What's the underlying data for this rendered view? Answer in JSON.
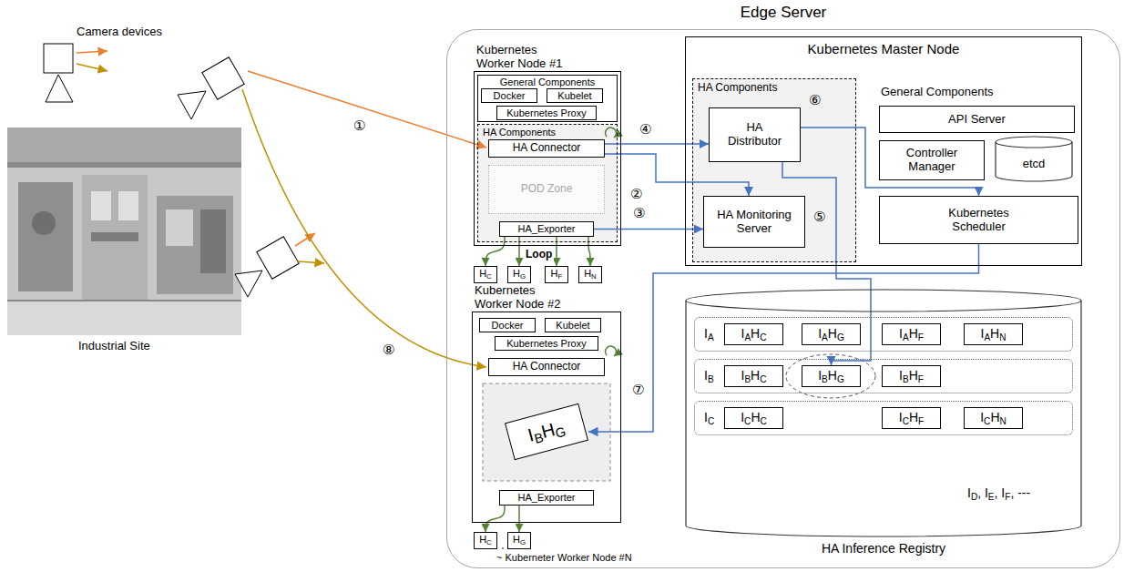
{
  "diagram": {
    "nodes": [
      {
        "text": [
          "Edge Server"
        ]
      },
      {
        "text": [
          "Kubernetes Worker Node #1"
        ],
        "in": 0
      },
      {
        "text": [
          "General Components"
        ],
        "in": 1
      },
      {
        "text": [
          "Docker"
        ],
        "in": 2
      },
      {
        "text": [
          "Kubelet"
        ],
        "in": 2
      },
      {
        "text": [
          "Kubernetes Proxy"
        ],
        "in": 2
      },
      {
        "text": [
          "HA Components"
        ],
        "in": 1
      },
      {
        "text": [
          "HA Connector"
        ],
        "in": 6
      },
      {
        "text": [
          "POD Zone"
        ],
        "in": 6
      },
      {
        "text": [
          "HA_Exporter"
        ],
        "in": 6
      },
      {
        "text": [
          "HC"
        ],
        "in": 0
      },
      {
        "text": [
          "HG"
        ],
        "in": 0
      },
      {
        "text": [
          "HF"
        ],
        "in": 0
      },
      {
        "text": [
          "HN"
        ],
        "in": 0
      },
      {
        "text": [
          "Kubernetes Master Node"
        ],
        "in": 0
      },
      {
        "text": [
          "HA Components"
        ],
        "in": 14
      },
      {
        "text": [
          "HA Distributor"
        ],
        "in": 15
      },
      {
        "text": [
          "HA Monitoring Server"
        ],
        "in": 15
      },
      {
        "text": [
          "API Server"
        ],
        "in": 14
      },
      {
        "text": [
          "Controller Manager"
        ],
        "in": 14
      },
      {
        "text": [
          "etcd"
        ],
        "in": 14
      },
      {
        "text": [
          "Kubernetes Scheduler"
        ],
        "in": 14
      },
      {
        "text": [
          "Kubernetes Worker Node #2"
        ],
        "in": 0
      },
      {
        "text": [
          "Docker"
        ],
        "in": 22
      },
      {
        "text": [
          "Kubelet"
        ],
        "in": 22
      },
      {
        "text": [
          "Kubernetes Proxy"
        ],
        "in": 22
      },
      {
        "text": [
          "HA Connector"
        ],
        "in": 22
      },
      {
        "text": [
          "IBHG"
        ],
        "in": 22
      },
      {
        "text": [
          "HA_Exporter"
        ],
        "in": 22
      },
      {
        "text": [
          "HC"
        ],
        "in": 0
      },
      {
        "text": [
          "HG"
        ],
        "in": 0
      },
      {
        "text": [
          "HA Inference Registry"
        ],
        "in": 0
      },
      {
        "text": [
          "IA"
        ],
        "in": 31
      },
      {
        "text": [
          "IAHC"
        ],
        "in": 32
      },
      {
        "text": [
          "IAHG"
        ],
        "in": 32
      },
      {
        "text": [
          "IAHF"
        ],
        "in": 32
      },
      {
        "text": [
          "IAHN"
        ],
        "in": 32
      },
      {
        "text": [
          "IB"
        ],
        "in": 31
      },
      {
        "text": [
          "IBHC"
        ],
        "in": 37
      },
      {
        "text": [
          "IBHG"
        ],
        "in": 37
      },
      {
        "text": [
          "IBHF"
        ],
        "in": 37
      },
      {
        "text": [
          "IC"
        ],
        "in": 31
      },
      {
        "text": [
          "ICHC"
        ],
        "in": 41
      },
      {
        "text": [
          "ICHF"
        ],
        "in": 41
      },
      {
        "text": [
          "ICHN"
        ],
        "in": 41
      }
    ],
    "edges": [
      {
        "from": 7,
        "to": 16,
        "arrow": "to"
      },
      {
        "from": 7,
        "to": 17,
        "arrow": "to"
      },
      {
        "from": 9,
        "to": 17,
        "arrow": "to"
      },
      {
        "from": 16,
        "to": 39,
        "arrow": "to"
      },
      {
        "from": 16,
        "to": 21,
        "arrow": "to"
      },
      {
        "from": 21,
        "to": 27,
        "arrow": "to"
      },
      {
        "from": 9,
        "to": 10,
        "arrow": "to"
      },
      {
        "from": 9,
        "to": 11,
        "arrow": "to"
      },
      {
        "from": 9,
        "to": 12,
        "arrow": "to"
      },
      {
        "from": 9,
        "to": 13,
        "arrow": "to"
      },
      {
        "from": 28,
        "to": 29,
        "arrow": "to"
      },
      {
        "from": 28,
        "to": 30,
        "arrow": "to"
      }
    ],
    "labels": [
      "Camera devices",
      "Industrial Site",
      "①",
      "②",
      "③",
      "④",
      "Loop",
      "General Components",
      "⑤",
      "⑥",
      "⑦",
      "⑧",
      "ID, IE, IF, ---",
      "~ Kuberneter Worker Node #N"
    ]
  }
}
